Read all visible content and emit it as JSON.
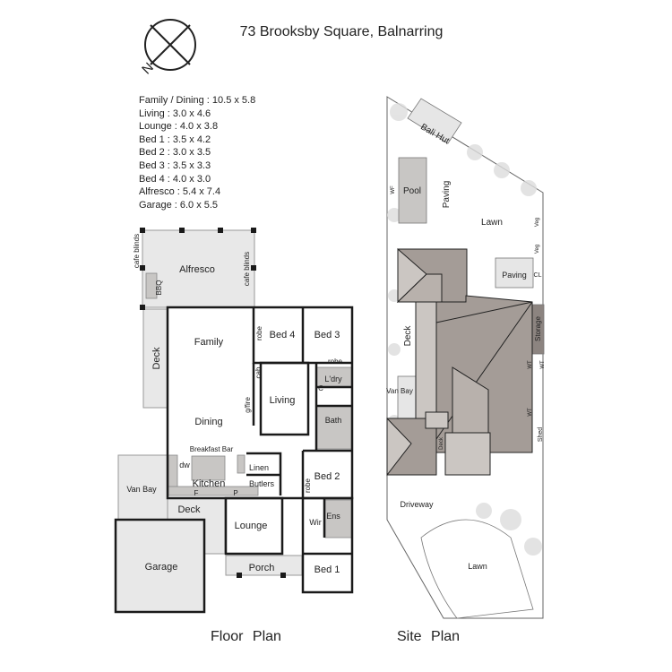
{
  "title": "73 Brooksby Square, Balnarring",
  "compass_label": "N",
  "dimensions": [
    "Family / Dining : 10.5 x 5.8",
    "Living : 3.0 x 4.6",
    "Lounge : 4.0 x 3.8",
    "Bed 1 : 3.5 x 4.2",
    "Bed 2 : 3.0 x 3.5",
    "Bed 3 : 3.5 x 3.3",
    "Bed 4 : 4.0 x 3.0",
    "Alfresco : 5.4 x 7.4",
    "Garage : 6.0 x 5.5"
  ],
  "floor_plan": {
    "caption": "Floor Plan",
    "rooms": {
      "alfresco": "Alfresco",
      "cafe_blinds": "cafe blinds",
      "bbq": "BBQ",
      "deck_side": "Deck",
      "family": "Family",
      "dining": "Dining",
      "bed4": "Bed 4",
      "bed3": "Bed 3",
      "robe": "robe",
      "cab": "cab",
      "gfire": "g/fire",
      "living": "Living",
      "laundry": "L'dry",
      "c": "C",
      "bath": "Bath",
      "breakfast_bar": "Breakfast Bar",
      "dw": "dw",
      "linen": "Linen",
      "kitchen": "Kitchen",
      "butlers": "Butlers",
      "f": "F",
      "p": "P",
      "bed2": "Bed 2",
      "van_bay": "Van Bay",
      "deck_front": "Deck",
      "lounge": "Lounge",
      "wir": "Wir",
      "ens": "Ens",
      "garage": "Garage",
      "porch": "Porch",
      "bed1": "Bed 1"
    }
  },
  "site_plan": {
    "caption": "Site Plan",
    "labels": {
      "bali_hut": "Bali Hut",
      "pool": "Pool",
      "wf": "WF",
      "paving_top": "Paving",
      "lawn_top": "Lawn",
      "veg1": "Veg",
      "veg2": "Veg",
      "paving_side": "Paving",
      "cl": "CL",
      "storage": "Storage",
      "wt1": "WT",
      "wt2": "WT",
      "wt3": "WT",
      "shed": "Shed",
      "deck": "Deck",
      "van_bay": "Van Bay",
      "deck_small": "Deck",
      "driveway": "Driveway",
      "lawn_bottom": "Lawn"
    }
  },
  "colors": {
    "wall": "#1a1a1a",
    "floor_grey": "#e6e6e6",
    "fixture": "#c8c6c4",
    "roof_dark": "#9a928d",
    "roof_light": "#cbc6c2"
  }
}
